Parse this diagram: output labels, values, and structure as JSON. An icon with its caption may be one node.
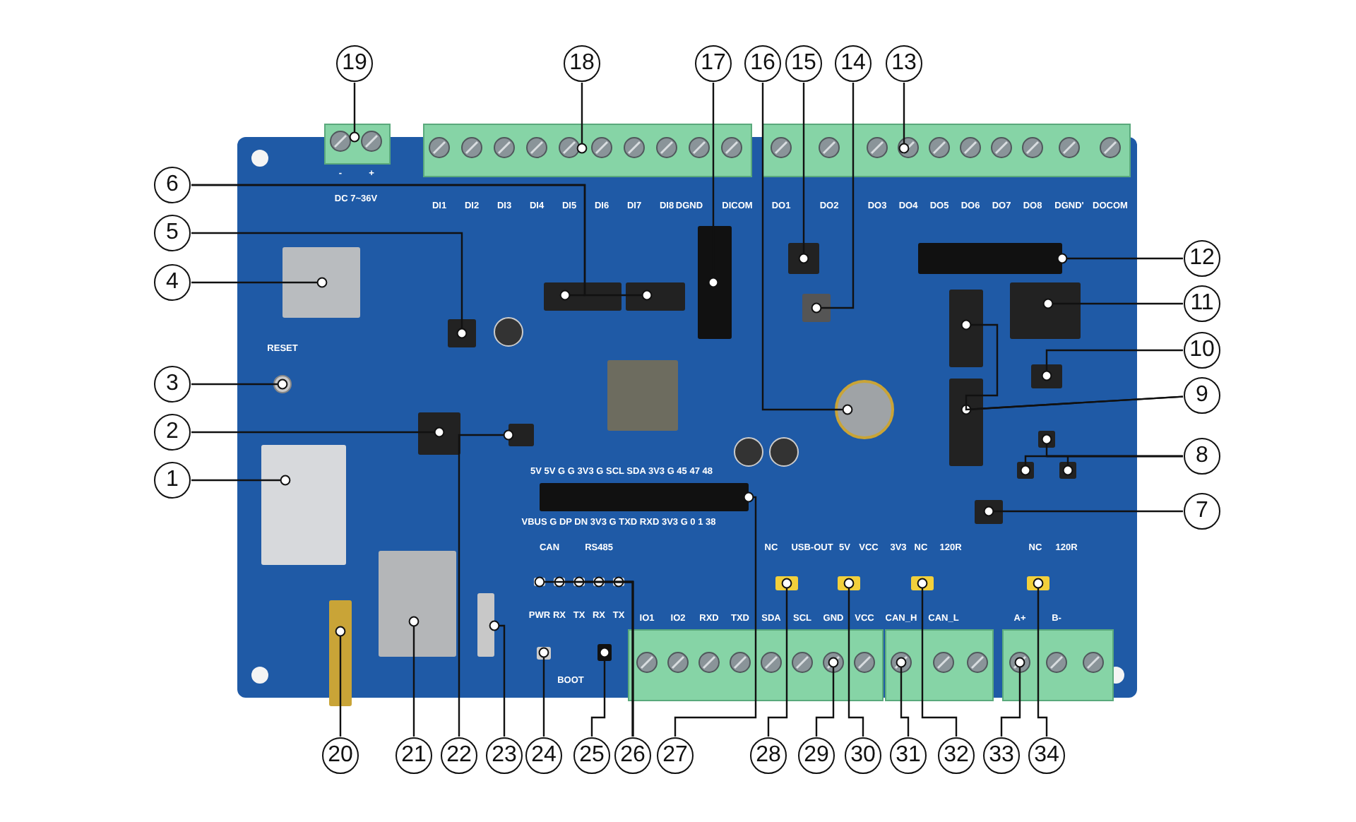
{
  "diagram": {
    "nodes": [
      {
        "text": [
          "1"
        ]
      },
      {
        "text": [
          "2"
        ]
      },
      {
        "text": [
          "3"
        ]
      },
      {
        "text": [
          "4"
        ]
      },
      {
        "text": [
          "5"
        ]
      },
      {
        "text": [
          "6"
        ]
      },
      {
        "text": [
          "7"
        ]
      },
      {
        "text": [
          "8"
        ]
      },
      {
        "text": [
          "9"
        ]
      },
      {
        "text": [
          "10"
        ]
      },
      {
        "text": [
          "11"
        ]
      },
      {
        "text": [
          "12"
        ]
      },
      {
        "text": [
          "13"
        ]
      },
      {
        "text": [
          "14"
        ]
      },
      {
        "text": [
          "15"
        ]
      },
      {
        "text": [
          "16"
        ]
      },
      {
        "text": [
          "17"
        ]
      },
      {
        "text": [
          "18"
        ]
      },
      {
        "text": [
          "19"
        ]
      },
      {
        "text": [
          "20"
        ]
      },
      {
        "text": [
          "21"
        ]
      },
      {
        "text": [
          "22"
        ]
      },
      {
        "text": [
          "23"
        ]
      },
      {
        "text": [
          "24"
        ]
      },
      {
        "text": [
          "25"
        ]
      },
      {
        "text": [
          "26"
        ]
      },
      {
        "text": [
          "27"
        ]
      },
      {
        "text": [
          "28"
        ]
      },
      {
        "text": [
          "29"
        ]
      },
      {
        "text": [
          "30"
        ]
      },
      {
        "text": [
          "31"
        ]
      },
      {
        "text": [
          "32"
        ]
      },
      {
        "text": [
          "33"
        ]
      },
      {
        "text": [
          "34"
        ]
      }
    ],
    "edges": [
      {
        "from": 0,
        "to": null,
        "arrow": "other"
      },
      {
        "from": 1,
        "to": null,
        "arrow": "other"
      },
      {
        "from": 2,
        "to": null,
        "arrow": "other"
      },
      {
        "from": 3,
        "to": null,
        "arrow": "other"
      },
      {
        "from": 4,
        "to": null,
        "arrow": "other"
      },
      {
        "from": 5,
        "to": null,
        "arrow": "other"
      },
      {
        "from": 5,
        "to": null,
        "arrow": "other"
      },
      {
        "from": 6,
        "to": null,
        "arrow": "other"
      },
      {
        "from": 7,
        "to": null,
        "arrow": "other"
      },
      {
        "from": 7,
        "to": null,
        "arrow": "other"
      },
      {
        "from": 7,
        "to": null,
        "arrow": "other"
      },
      {
        "from": 8,
        "to": null,
        "arrow": "other"
      },
      {
        "from": 8,
        "to": null,
        "arrow": "other"
      },
      {
        "from": 9,
        "to": null,
        "arrow": "other"
      },
      {
        "from": 10,
        "to": null,
        "arrow": "other"
      },
      {
        "from": 11,
        "to": null,
        "arrow": "other"
      },
      {
        "from": 12,
        "to": null,
        "arrow": "other"
      },
      {
        "from": 13,
        "to": null,
        "arrow": "other"
      },
      {
        "from": 14,
        "to": null,
        "arrow": "other"
      },
      {
        "from": 15,
        "to": null,
        "arrow": "other"
      },
      {
        "from": 16,
        "to": null,
        "arrow": "other"
      },
      {
        "from": 17,
        "to": null,
        "arrow": "other"
      },
      {
        "from": 18,
        "to": null,
        "arrow": "other"
      },
      {
        "from": 19,
        "to": null,
        "arrow": "other"
      },
      {
        "from": 20,
        "to": null,
        "arrow": "other"
      },
      {
        "from": 21,
        "to": null,
        "arrow": "other"
      },
      {
        "from": 22,
        "to": null,
        "arrow": "other"
      },
      {
        "from": 23,
        "to": null,
        "arrow": "other"
      },
      {
        "from": 24,
        "to": null,
        "arrow": "other"
      },
      {
        "from": 25,
        "to": null,
        "arrow": "other"
      },
      {
        "from": 25,
        "to": null,
        "arrow": "other"
      },
      {
        "from": 25,
        "to": null,
        "arrow": "other"
      },
      {
        "from": 25,
        "to": null,
        "arrow": "other"
      },
      {
        "from": 25,
        "to": null,
        "arrow": "other"
      },
      {
        "from": 26,
        "to": null,
        "arrow": "other"
      },
      {
        "from": 27,
        "to": null,
        "arrow": "other"
      },
      {
        "from": 28,
        "to": null,
        "arrow": "other"
      },
      {
        "from": 29,
        "to": null,
        "arrow": "other"
      },
      {
        "from": 30,
        "to": null,
        "arrow": "other"
      },
      {
        "from": 31,
        "to": null,
        "arrow": "other"
      },
      {
        "from": 32,
        "to": null,
        "arrow": "other"
      },
      {
        "from": 33,
        "to": null,
        "arrow": "other"
      }
    ],
    "labels": [
      "-",
      "+",
      "DC 7~36V",
      "DI1",
      "DI2",
      "DI3",
      "DI4",
      "DI5",
      "DI6",
      "DI7",
      "DI8",
      "DGND",
      "DICOM",
      "DO1",
      "DO2",
      "DO3",
      "DO4",
      "DO5",
      "DO6",
      "DO7",
      "DO8",
      "DGND'",
      "DOCOM",
      "RESET",
      "5V 5V G G 3V3 G SCL SDA 3V3 G 45 47 48",
      "VBUS G DP DN 3V3 G TXD RXD 3V3 G 0 1 38",
      "CAN",
      "RS485",
      "NC",
      "USB-OUT",
      "5V",
      "VCC",
      "3V3",
      "NC",
      "120R",
      "NC",
      "120R",
      "PWR",
      "RX",
      "TX",
      "RX",
      "TX",
      "IO1",
      "IO2",
      "RXD",
      "TXD",
      "SDA",
      "SCL",
      "GND",
      "VCC",
      "CAN_H",
      "CAN_L",
      "A+",
      "B-",
      "BOOT"
    ]
  }
}
